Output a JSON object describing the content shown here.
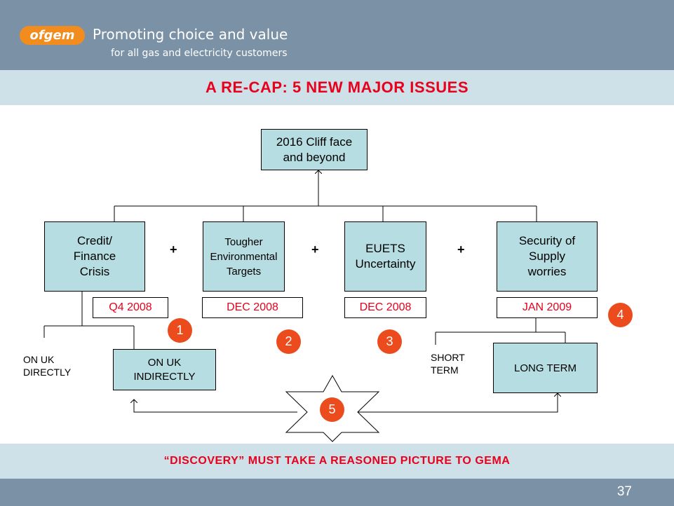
{
  "header": {
    "logo": "ofgem",
    "tagline_line1": "Promoting choice and value",
    "tagline_line2": "for all gas and electricity customers"
  },
  "title": "A RE-CAP: 5 NEW MAJOR ISSUES",
  "diagram": {
    "top_box": "2016 Cliff face and beyond",
    "issues": [
      {
        "label": "Credit/ Finance Crisis",
        "date": "Q4 2008",
        "number": "1"
      },
      {
        "label": "Tougher Environmental Targets",
        "date": "DEC 2008",
        "number": "2"
      },
      {
        "label": "EUETS Uncertainty",
        "date": "DEC 2008",
        "number": "3"
      },
      {
        "label": "Security of Supply worries",
        "date": "JAN 2009",
        "number": "4"
      }
    ],
    "plus": "+",
    "on_uk_directly": "ON UK DIRECTLY",
    "on_uk_indirectly": "ON UK INDIRECTLY",
    "short_term": "SHORT TERM",
    "long_term": "LONG TERM",
    "star_number": "5"
  },
  "footer": "“DISCOVERY” MUST TAKE A REASONED PICTURE TO GEMA",
  "page_number": "37",
  "colors": {
    "header_bg": "#7b92a6",
    "band_bg": "#cee0e8",
    "box_fill": "#b6dde1",
    "accent_red": "#e8001c",
    "badge_orange": "#ec4b1d",
    "logo_orange": "#f28c1e"
  }
}
